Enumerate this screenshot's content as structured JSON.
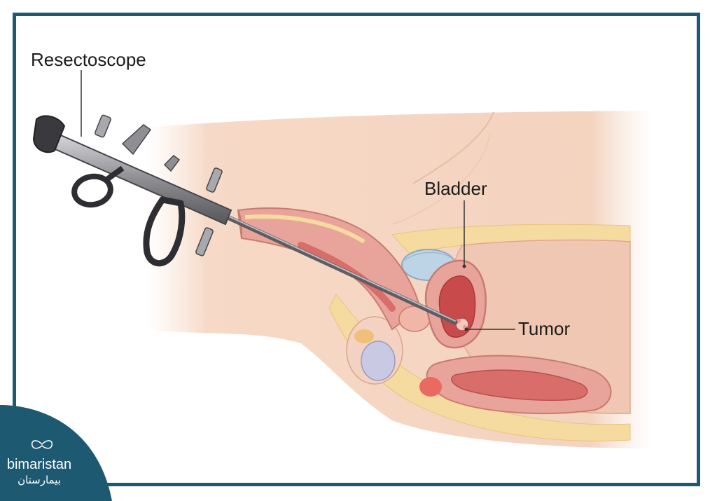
{
  "labels": {
    "resectoscope": "Resectoscope",
    "bladder": "Bladder",
    "tumor": "Tumor"
  },
  "logo": {
    "name": "bimaristan",
    "arabic": "بيمارستان"
  },
  "colors": {
    "frame": "#1d5a72",
    "skin": "#f6d9c6",
    "fat": "#f5dba0",
    "bladder_wall": "#e8a49b",
    "bladder_inner": "#c94a4a",
    "instrument": "#7d7d82"
  }
}
